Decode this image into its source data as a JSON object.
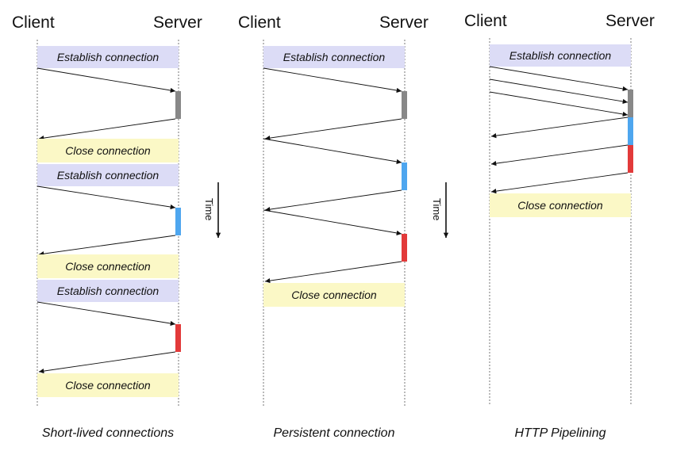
{
  "colors": {
    "establish_fill": "#dcdcf6",
    "close_fill": "#fbf8c6",
    "bar_gray": "#888888",
    "bar_blue": "#4ea6ef",
    "bar_red": "#e23a3a"
  },
  "time_label": "Time",
  "panels": [
    {
      "client_label": "Client",
      "server_label": "Server",
      "caption": "Short-lived connections",
      "establish_label_1": "Establish connection",
      "establish_label_2": "Establish connection",
      "establish_label_3": "Establish connection",
      "close_label_1": "Close connection",
      "close_label_2": "Close connection",
      "close_label_3": "Close connection"
    },
    {
      "client_label": "Client",
      "server_label": "Server",
      "caption": "Persistent connection",
      "establish_label": "Establish connection",
      "close_label": "Close connection"
    },
    {
      "client_label": "Client",
      "server_label": "Server",
      "caption": "HTTP Pipelining",
      "establish_label": "Establish connection",
      "close_label": "Close connection"
    }
  ]
}
